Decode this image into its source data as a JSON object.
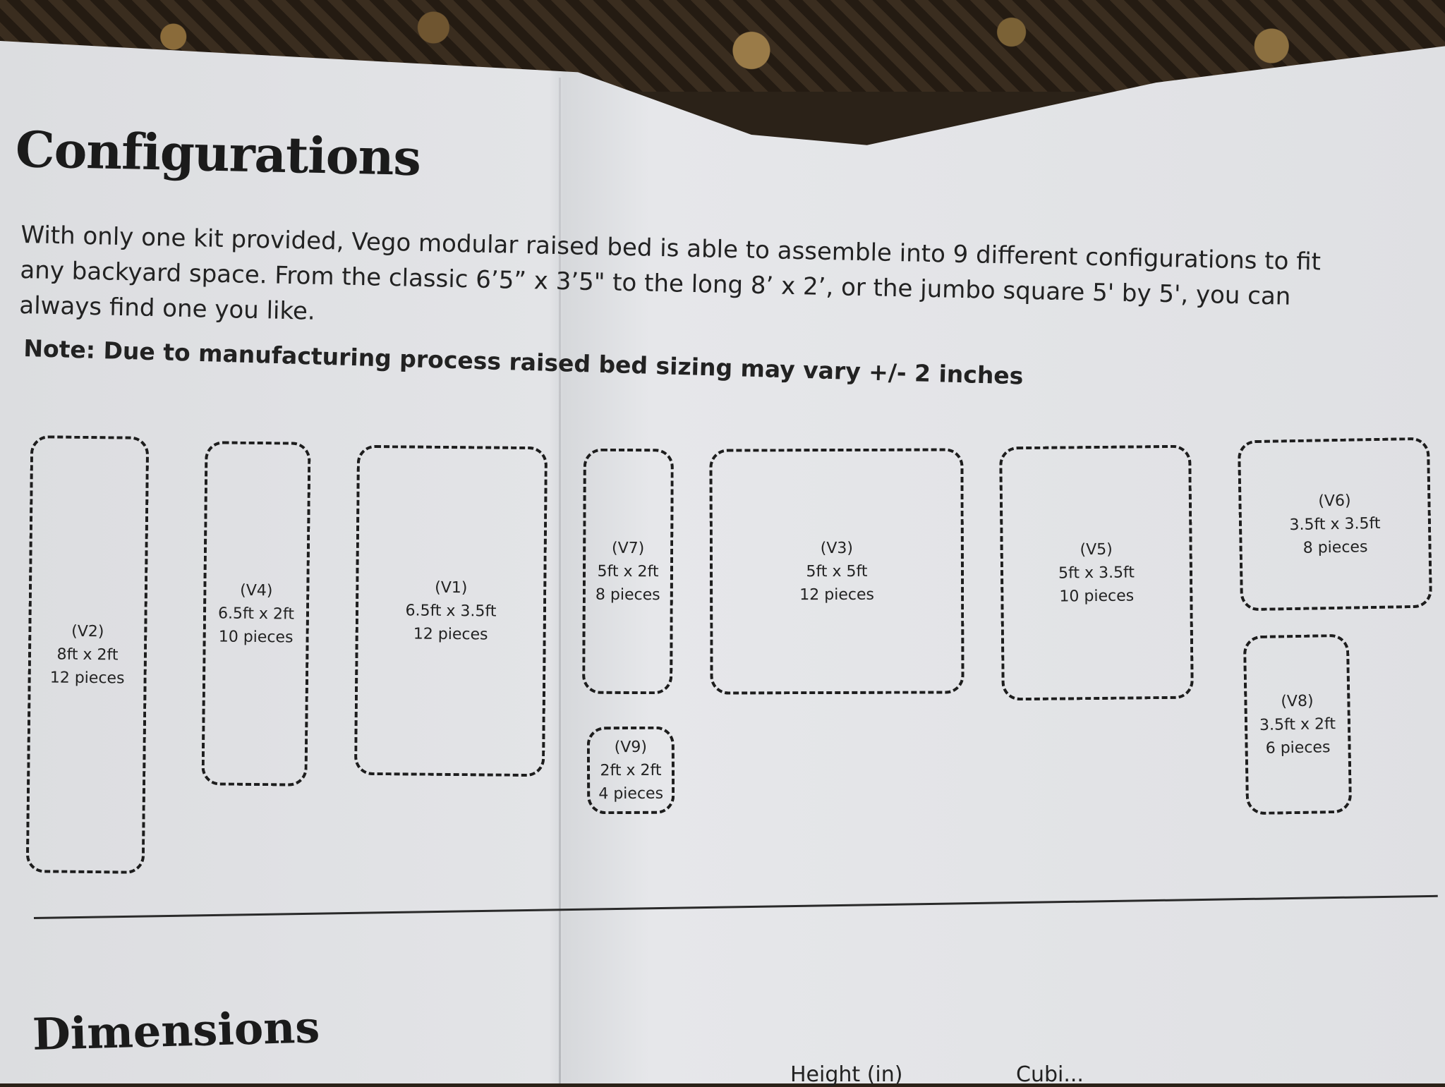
{
  "document": {
    "title": "Configurations",
    "intro": "With only one kit provided, Vego modular raised bed is able to assemble into 9 different configurations to fit any backyard space. From the classic 6’5” x 3’5\" to the long 8’ x 2’, or the jumbo square 5' by 5', you can always find one you like.",
    "note": "Note: Due to manufacturing process raised bed sizing may vary +/- 2 inches",
    "section2_title": "Dimensions",
    "table_headers": [
      "Height (in)",
      "Cubi..."
    ]
  },
  "configurations": {
    "v2": {
      "code": "(V2)",
      "size": "8ft x 2ft",
      "pieces": "12 pieces"
    },
    "v4": {
      "code": "(V4)",
      "size": "6.5ft x 2ft",
      "pieces": "10 pieces"
    },
    "v1": {
      "code": "(V1)",
      "size": "6.5ft x 3.5ft",
      "pieces": "12 pieces"
    },
    "v7": {
      "code": "(V7)",
      "size": "5ft x 2ft",
      "pieces": "8 pieces"
    },
    "v9": {
      "code": "(V9)",
      "size": "2ft x 2ft",
      "pieces": "4 pieces"
    },
    "v3": {
      "code": "(V3)",
      "size": "5ft x 5ft",
      "pieces": "12 pieces"
    },
    "v5": {
      "code": "(V5)",
      "size": "5ft x 3.5ft",
      "pieces": "10 pieces"
    },
    "v6": {
      "code": "(V6)",
      "size": "3.5ft x 3.5ft",
      "pieces": "8 pieces"
    },
    "v8": {
      "code": "(V8)",
      "size": "3.5ft x 2ft",
      "pieces": "6 pieces"
    }
  }
}
